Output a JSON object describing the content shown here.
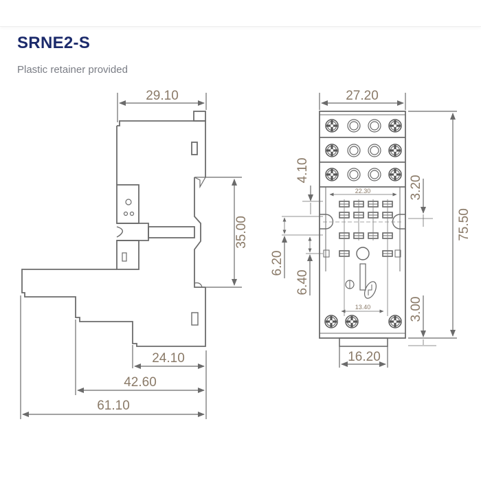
{
  "header": {
    "title": "SRNE2-S",
    "subtitle": "Plastic retainer provided"
  },
  "side_view": {
    "dimensions": {
      "top_width": "29.10",
      "rail_height": "35.00",
      "depth_1": "24.10",
      "depth_2": "42.60",
      "depth_3": "61.10"
    }
  },
  "front_view": {
    "dimensions": {
      "width": "27.20",
      "height": "75.50",
      "pin_span": "22.30",
      "gap_top": "4.10",
      "gap_right": "3.20",
      "gap_left_1": "6.20",
      "gap_left_2": "6.40",
      "inner_span": "13.40",
      "bottom_gap": "3.00",
      "foot_width": "16.20"
    }
  },
  "colors": {
    "title": "#1b2a6b",
    "subtitle": "#7a7d85",
    "line": "#6b6b6b",
    "dimension_text": "#8a7a68"
  }
}
